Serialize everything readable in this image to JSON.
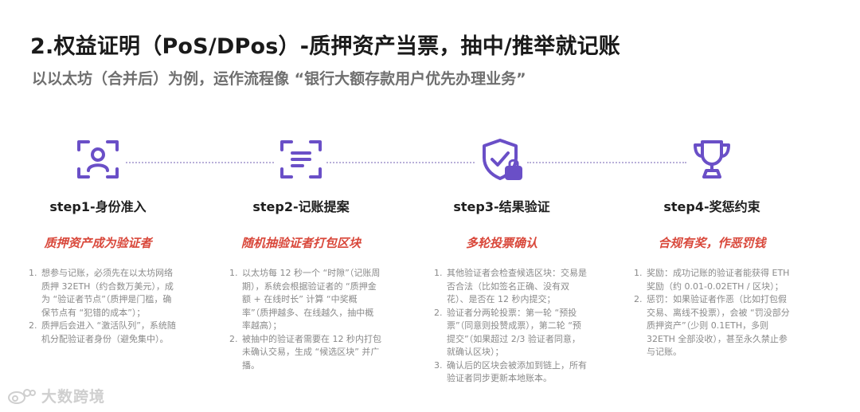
{
  "header": {
    "title": "2.权益证明（PoS/DPos）-质押资产当票，抽中/推举就记账",
    "subtitle": "以以太坊（合并后）为例，运作流程像 “银行大额存款用户优先办理业务”"
  },
  "colors": {
    "accent": "#6a4fc7",
    "highlight": "#d9483b",
    "muted": "#8a8a8a"
  },
  "steps": [
    {
      "icon": "user-scan-icon",
      "title": "step1-身份准入",
      "subtitle": "质押资产成为验证者",
      "items": [
        {
          "num": "1.",
          "text": "想参与记账，必须先在以太坊网络质押 32ETH（约合数万美元），成为 “验证者节点”（质押是门槛，确保节点有 “犯错的成本”）；"
        },
        {
          "num": "2.",
          "text": "质押后会进入 “激活队列”，系统随机分配验证者身份（避免集中）。"
        }
      ]
    },
    {
      "icon": "document-scan-icon",
      "title": "step2-记账提案",
      "subtitle": "随机抽验证者打包区块",
      "items": [
        {
          "num": "1.",
          "text": "以太坊每 12 秒一个 “时隙”（记账周期），系统会根据验证者的 “质押金额 + 在线时长” 计算 “中奖概率”（质押越多、在线越久，抽中概率越高）；"
        },
        {
          "num": "2.",
          "text": "被抽中的验证者需要在 12 秒内打包未确认交易，生成 “候选区块” 并广播。"
        }
      ]
    },
    {
      "icon": "shield-lock-icon",
      "title": "step3-结果验证",
      "subtitle": "多轮投票确认",
      "items": [
        {
          "num": "1.",
          "text": "其他验证者会检查候选区块：交易是否合法（比如签名正确、没有双花）、是否在 12 秒内提交；"
        },
        {
          "num": "2.",
          "text": "验证者分两轮投票：第一轮 “预投票”（同意则投赞成票），第二轮 “预提交”（如果超过 2/3 验证者同意，就确认区块）；"
        },
        {
          "num": "3.",
          "text": "确认后的区块会被添加到链上，所有验证者同步更新本地账本。"
        }
      ]
    },
    {
      "icon": "trophy-icon",
      "title": "step4-奖惩约束",
      "subtitle": "合规有奖，作恶罚钱",
      "items": [
        {
          "num": "1.",
          "text": "奖励：成功记账的验证者能获得 ETH 奖励（约 0.01-0.02ETH / 区块）；"
        },
        {
          "num": "2.",
          "text": "惩罚：如果验证者作恶（比如打包假交易、离线不投票），会被 “罚没部分质押资产”（少则 0.1ETH，多则 32ETH 全部没收），甚至永久禁止参与记账。"
        }
      ]
    }
  ],
  "watermark": {
    "icon": "weibo-logo-icon",
    "text": "大数跨境"
  }
}
